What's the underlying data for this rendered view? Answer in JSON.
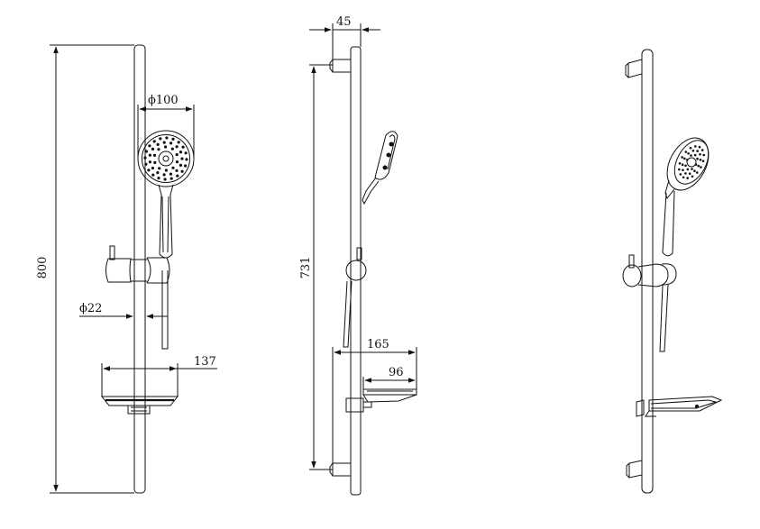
{
  "dimensions": {
    "total_height": "800",
    "head_diameter": "ϕ100",
    "rail_diameter": "ϕ22",
    "shelf_width": "137",
    "depth": "45",
    "bracket_span": "731",
    "projection": "165",
    "shelf_depth": "96"
  },
  "colors": {
    "line": "#111111",
    "background": "#ffffff"
  }
}
